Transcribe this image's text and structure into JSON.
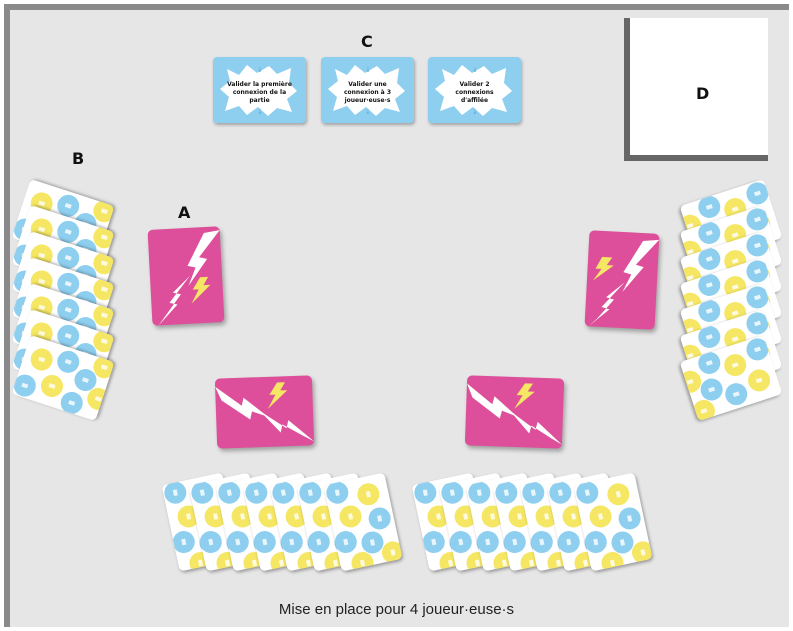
{
  "labels": {
    "a": "A",
    "b": "B",
    "c": "C",
    "d": "D"
  },
  "objectives": [
    {
      "text": "Valider la première connexion de la partie"
    },
    {
      "text": "Valider une connexion à 3 joueur·euse·s"
    },
    {
      "text": "Valider 2 connexions d'affilée"
    }
  ],
  "caption": "Mise en place pour 4 joueur·euse·s",
  "colors": {
    "pink": "#dd4f9a",
    "blue": "#8ecff0",
    "yellow": "#f5e663",
    "table": "#e6e6e6"
  }
}
